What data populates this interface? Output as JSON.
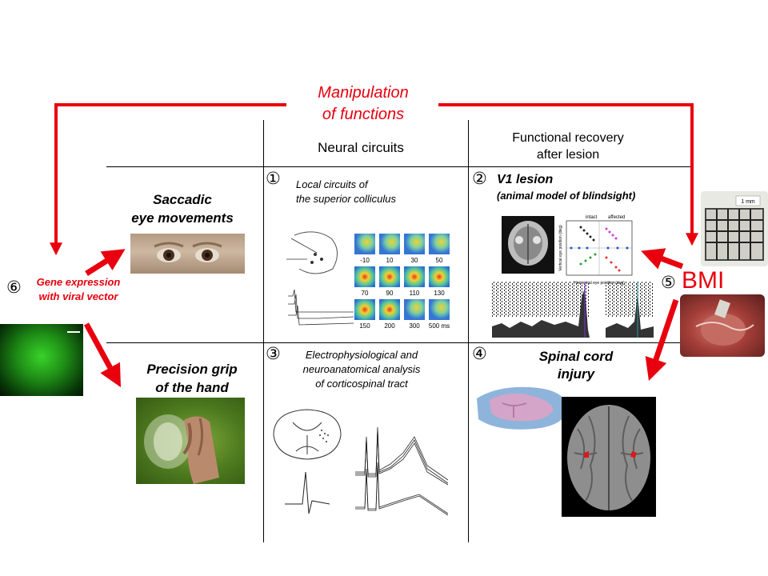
{
  "top_label": [
    "Manipulation",
    "of functions"
  ],
  "columns": {
    "neural": "Neural circuits",
    "recovery": [
      "Functional recovery",
      "after lesion"
    ]
  },
  "rows": {
    "saccadic": [
      "Saccadic",
      "eye movements"
    ],
    "precision": [
      "Precision grip",
      "of the hand"
    ]
  },
  "cells": {
    "c1": {
      "num": "①",
      "title": [
        "Local circuits of",
        "the superior colliculus"
      ]
    },
    "c2": {
      "num": "②",
      "title": "V1 lesion",
      "subtitle": "(animal model of blindsight)"
    },
    "c3": {
      "num": "③",
      "title": [
        "Electrophysiological and",
        "neuroanatomical analysis",
        "of corticospinal tract"
      ]
    },
    "c4": {
      "num": "④",
      "title": [
        "Spinal cord",
        "injury"
      ]
    }
  },
  "left": {
    "num": "⑥",
    "label": [
      "Gene expression",
      "with viral vector"
    ]
  },
  "right": {
    "num": "⑤",
    "label": "BMI"
  },
  "sc_map_labels": [
    "-10",
    "10",
    "30",
    "50",
    "70",
    "90",
    "110",
    "130",
    "150",
    "200",
    "300",
    "500 ms"
  ],
  "electrode_scale": "1 mm",
  "eye_plot": {
    "legend": [
      "intact",
      "affected"
    ],
    "xlabel": "Horizontal eye position (deg)",
    "ylabel": "Vertical eye position (deg)"
  },
  "colors": {
    "accent_red": "#e8000e",
    "gfp_green": "#39d22a"
  }
}
